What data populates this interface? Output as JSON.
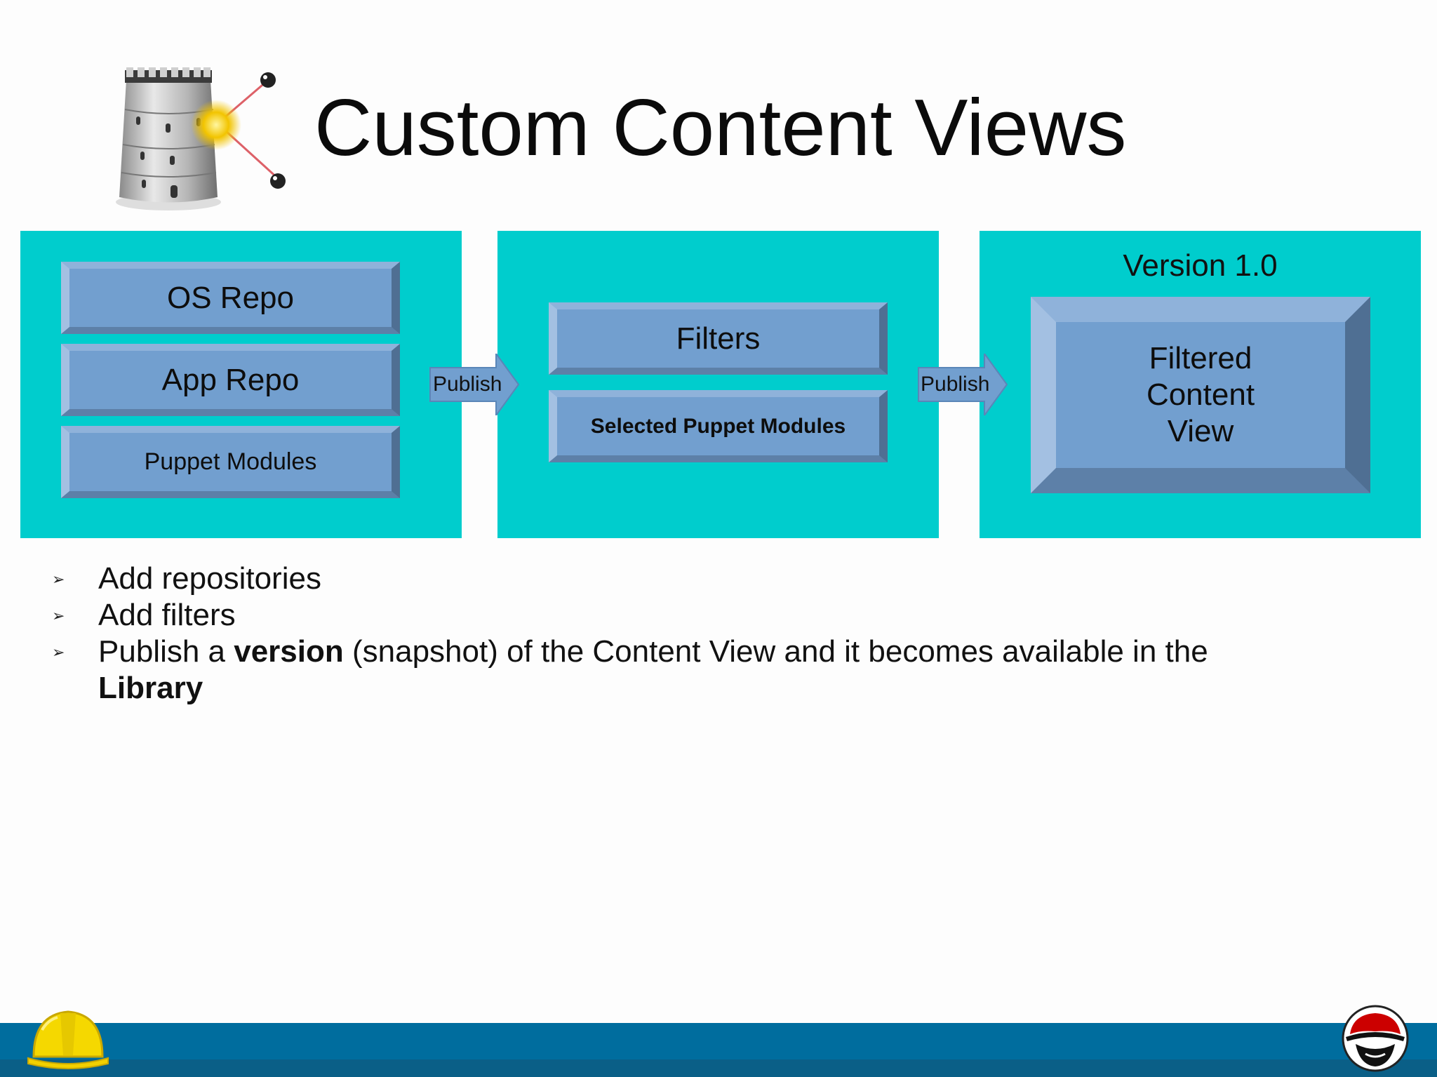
{
  "slide": {
    "title": "Custom Content Views",
    "logo_icon": "castle-tower-icon"
  },
  "diagram": {
    "panel_color": "#00cdcd",
    "box_color": "#729fcf",
    "repos": [
      {
        "label": "OS Repo"
      },
      {
        "label": "App Repo"
      },
      {
        "label": "Puppet Modules"
      }
    ],
    "arrow_1_label": "Publish",
    "filters": [
      {
        "label": "Filters"
      },
      {
        "label": "Selected Puppet Modules"
      }
    ],
    "arrow_2_label": "Publish",
    "version_label": "Version 1.0",
    "result": {
      "lines": [
        "Filtered",
        "Content",
        "View"
      ]
    }
  },
  "bullets": [
    {
      "text": "Add repositories"
    },
    {
      "text": "Add filters"
    },
    {
      "part1": "Publish a ",
      "bold1": "version",
      "part2": " (snapshot) of the Content View and it becomes available in the",
      "bold2": "Library"
    }
  ],
  "footer": {
    "bar_color": "#006d9e",
    "left_icon": "hard-hat-icon",
    "right_icon": "red-hat-logo-icon"
  }
}
